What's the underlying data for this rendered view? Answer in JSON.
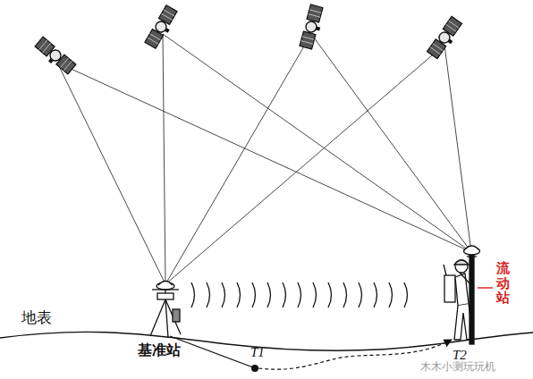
{
  "diagram": {
    "labels": [
      "地表",
      "基准站",
      "T1",
      "T2",
      "流动站",
      "木木小测玩玩机"
    ]
  }
}
